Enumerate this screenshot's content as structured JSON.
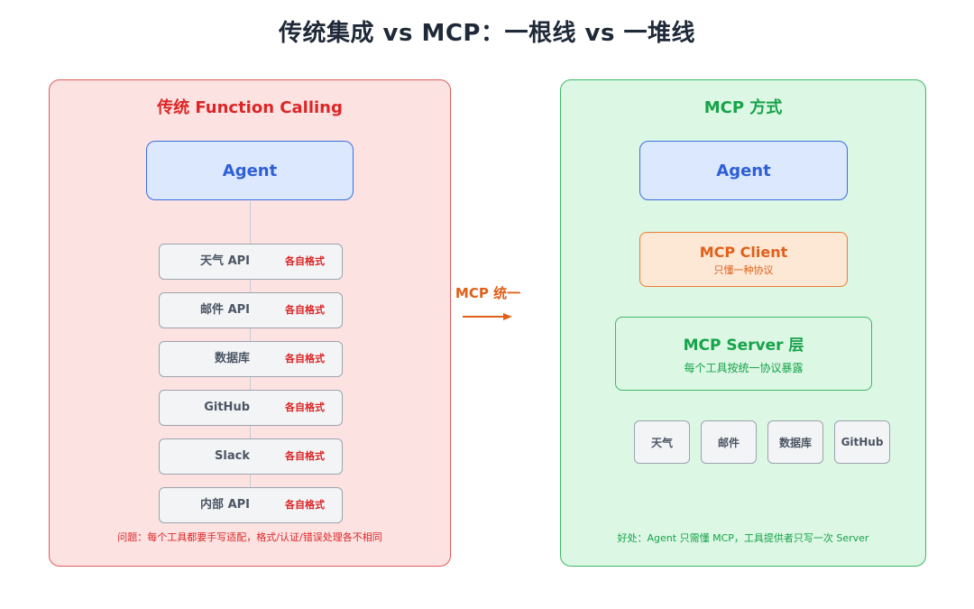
{
  "title": "传统集成 vs MCP：一根线 vs 一堆线",
  "left": {
    "title": "传统 Function Calling",
    "agent": "Agent",
    "apis": [
      {
        "name": "天气 API",
        "tag": "各自格式"
      },
      {
        "name": "邮件 API",
        "tag": "各自格式"
      },
      {
        "name": "数据库",
        "tag": "各自格式"
      },
      {
        "name": "GitHub",
        "tag": "各自格式"
      },
      {
        "name": "Slack",
        "tag": "各自格式"
      },
      {
        "name": "内部 API",
        "tag": "各自格式"
      }
    ],
    "note": "问题：每个工具都要手写适配，格式/认证/错误处理各不相同"
  },
  "middle": {
    "label": "MCP 统一"
  },
  "right": {
    "title": "MCP 方式",
    "agent": "Agent",
    "client": {
      "title": "MCP Client",
      "subtitle": "只懂一种协议"
    },
    "server": {
      "title": "MCP Server 层",
      "subtitle": "每个工具按统一协议暴露"
    },
    "tools": [
      "天气",
      "邮件",
      "数据库",
      "GitHub"
    ],
    "note": "好处：Agent 只需懂 MCP，工具提供者只写一次 Server"
  },
  "colors": {
    "left_accent": "#dc2626",
    "right_accent": "#16a34a",
    "agent_blue": "#2f5fd6",
    "client_orange": "#e0601a"
  }
}
